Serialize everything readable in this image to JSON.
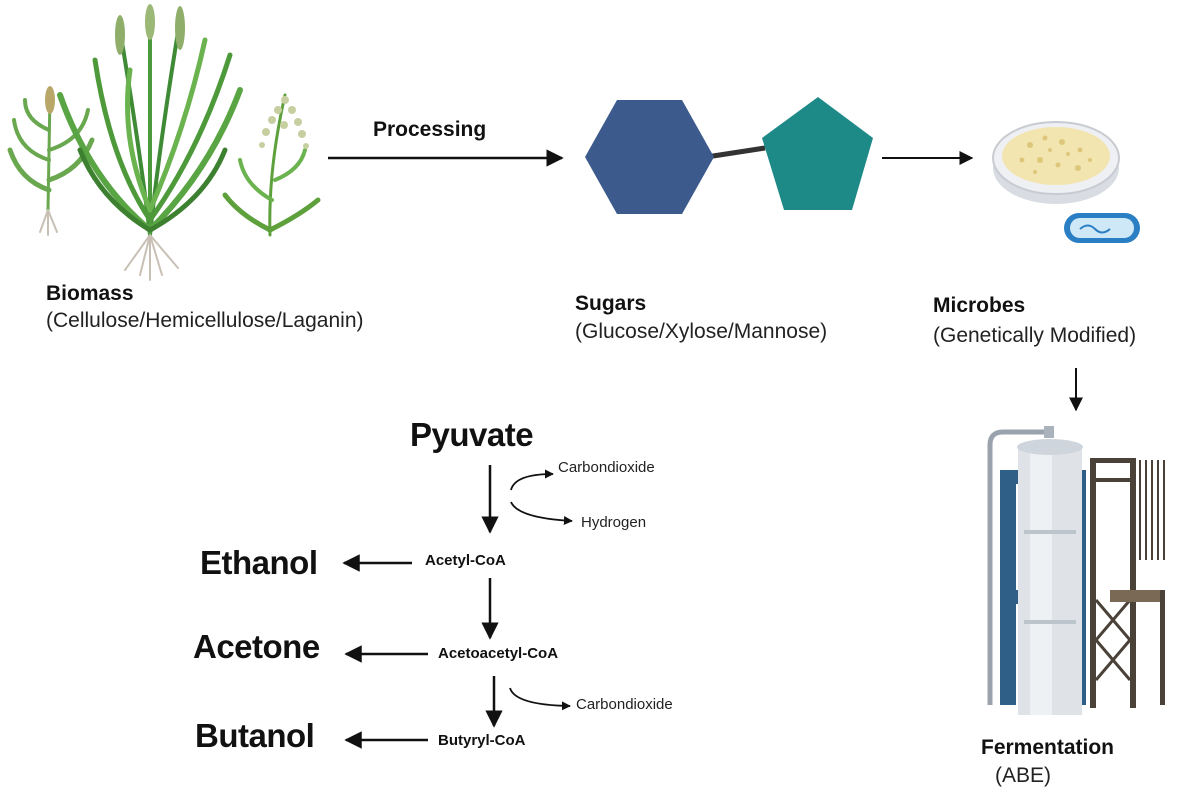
{
  "stages": {
    "biomass": {
      "title": "Biomass",
      "subtitle": "(Cellulose/Hemicellulose/Laganin)",
      "icon": "grass-plants-icon"
    },
    "processing": {
      "label": "Processing"
    },
    "sugars": {
      "title": "Sugars",
      "subtitle": "(Glucose/Xylose/Mannose)",
      "icon": "sugar-molecule-icon"
    },
    "microbes": {
      "title": "Microbes",
      "subtitle": "(Genetically Modified)",
      "icon": "petri-dish-icon"
    },
    "fermentation": {
      "title": "Fermentation",
      "subtitle": "(ABE)",
      "icon": "fermentation-tower-icon"
    }
  },
  "pathway": {
    "start": "Pyuvate",
    "intermediates": [
      "Acetyl-CoA",
      "Acetoacetyl-CoA",
      "Butyryl-CoA"
    ],
    "byproducts": [
      "Carbondioxide",
      "Hydrogen",
      "Carbondioxide"
    ],
    "products": [
      "Ethanol",
      "Acetone",
      "Butanol"
    ]
  },
  "colors": {
    "hexagon": "#3c5a8c",
    "pentagon": "#1e8a88",
    "tower_frame": "#2f5f86",
    "plant_green": "#5da03c",
    "dish_agar": "#f3e5b0",
    "bacterium": "#2a7fc4"
  }
}
